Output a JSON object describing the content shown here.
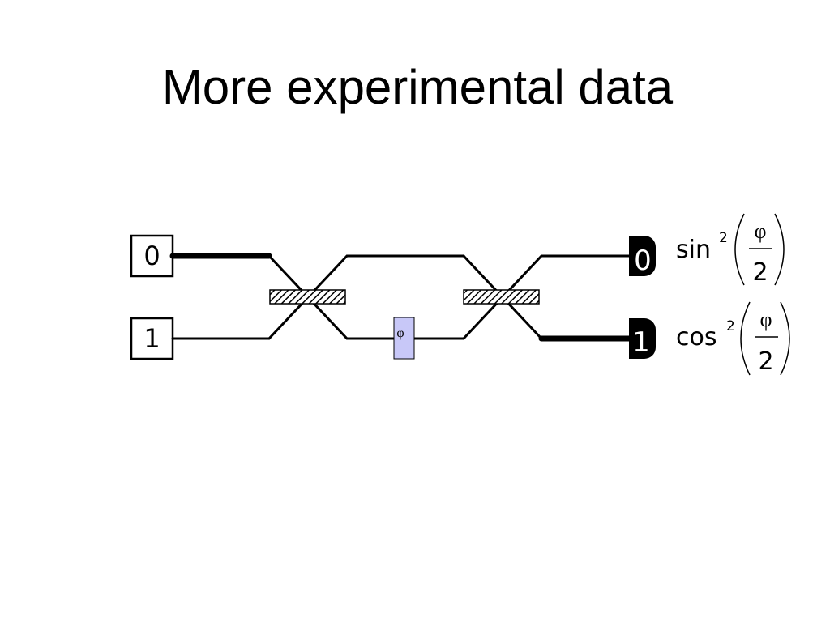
{
  "slide": {
    "title": "More experimental data"
  },
  "inputs": [
    {
      "label": "0"
    },
    {
      "label": "1"
    }
  ],
  "phase_shifter": {
    "symbol": "φ",
    "fill_color": "#c8c8f8"
  },
  "detectors": [
    {
      "label": "0"
    },
    {
      "label": "1"
    }
  ],
  "probabilities": [
    {
      "func": "sin",
      "power": "2",
      "numerator": "φ",
      "denominator": "2"
    },
    {
      "func": "cos",
      "power": "2",
      "numerator": "φ",
      "denominator": "2"
    }
  ],
  "colors": {
    "line": "#000000",
    "detector": "#000000",
    "detector_text": "#ffffff"
  }
}
